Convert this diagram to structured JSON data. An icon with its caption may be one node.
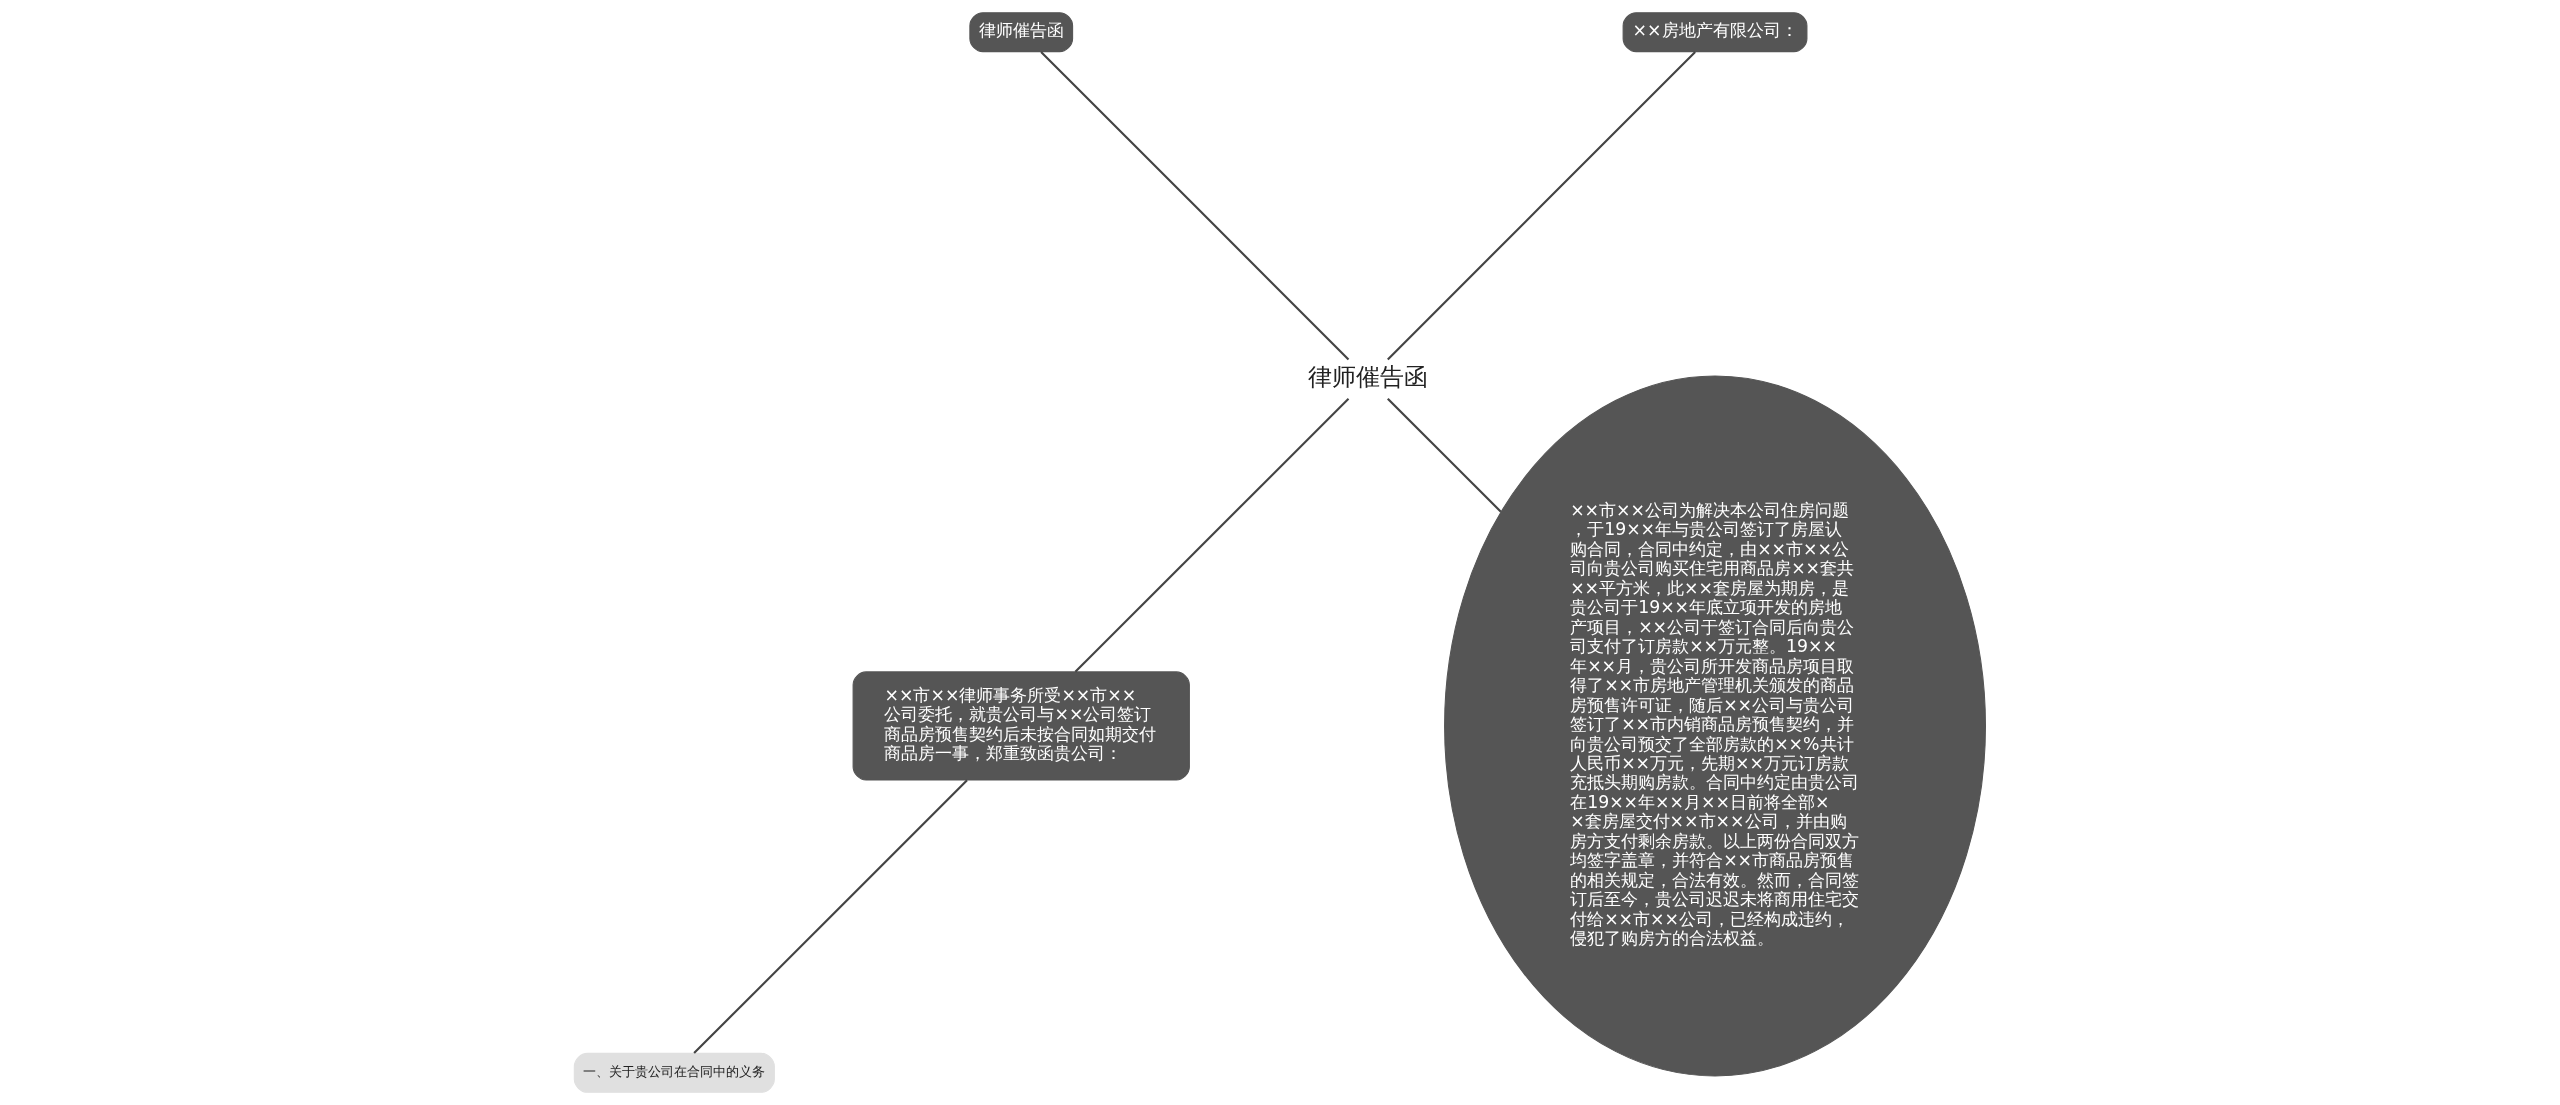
{
  "diagram": {
    "nodes": [
      {
        "text": [
          "律师催告函"
        ]
      },
      {
        "text": [
          "××房地产有限公司："
        ]
      },
      {
        "text": [
          "律师催告函"
        ]
      },
      {
        "text": [
          "××市××律师事务所受××市××公司委托，就贵公司与××公司签订商品房预售契约后未按合同如期交付商品房一事，郑重致函贵公司："
        ]
      },
      {
        "text": [
          "一、关于贵公司在合同中的义务"
        ]
      },
      {
        "text": [
          "××市××公司为解决本公司住房问题，于19××年与贵公司签订了房屋认购合同，合同中约定，由××市××公司向贵公司购买住宅用商品房××套共××平方米，此××套房屋为期房，是贵公司于19××年底立项开发的房地产项目，××公司于签订合同后向贵公司支付了订房款××万元整。19××年××月，贵公司所开发商品房项目取得了××市房地产管理机关颁发的商品房预售许可证，随后××公司与贵公司签订了××市内销商品房预售契约，并向贵公司预交了全部房款的××%共计人民币××万元，先期××万元订房款充抵头期购房款。合同中约定由贵公司在19××年××月××日前将全部××套房屋交付××市××公司，并由购房方支付剩余房款。以上两份合同双方均签字盖章，并符合××市商品房预售的相关规定，合法有效。然而，合同签订后至今，贵公司迟迟未将商用住宅交付给××市××公司，已经构成违约，侵犯了购房方的合法权益。"
        ]
      }
    ],
    "edges": [
      {
        "from": 0,
        "to": 1,
        "arrow": "none"
      },
      {
        "from": 0,
        "to": 2,
        "arrow": "none"
      },
      {
        "from": 0,
        "to": 3,
        "arrow": "none"
      },
      {
        "from": 3,
        "to": 4,
        "arrow": "none"
      },
      {
        "from": 0,
        "to": 5,
        "arrow": "none"
      }
    ]
  }
}
